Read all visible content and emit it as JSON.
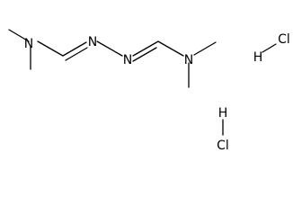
{
  "molecule": {
    "atoms": {
      "n1": "N",
      "n2": "N",
      "n3": "N",
      "n4": "N"
    },
    "salts": [
      {
        "h": "H",
        "cl": "Cl"
      },
      {
        "h": "H",
        "cl": "Cl"
      }
    ]
  },
  "colors": {
    "bond": "#000000",
    "text": "#000000",
    "background": "#ffffff"
  }
}
